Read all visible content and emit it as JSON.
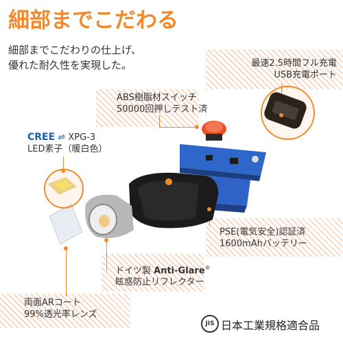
{
  "title": "細部までこだわる",
  "subtitle": [
    "細部までこだわりの仕上げ、",
    "優れた耐久性を実現した。"
  ],
  "callouts": {
    "usb": [
      "最速2.5時間フル充電",
      "USB充電ポート"
    ],
    "switch": [
      "ABS樹脂材スイッチ",
      "50000回押しテスト済"
    ],
    "led": {
      "brand1": "CREE",
      "brand2": "XPG-3",
      "line2": "LED素子（暖白色）"
    },
    "battery": [
      "PSE(電気安全)認証済",
      "1600mAhバッテリー"
    ],
    "reflector": {
      "line1_prefix": "ドイツ製 ",
      "line1_brand": "Anti-Glare",
      "line1_sup": "®",
      "line2": "眩惑防止リフレクター"
    },
    "lens": [
      "両面ARコート",
      "99%透光率レンズ"
    ]
  },
  "jis": {
    "mark": "JIS",
    "text": "日本工業規格適合品"
  },
  "colors": {
    "accent": "#f08a2c",
    "brand_blue": "#1f5da8"
  }
}
